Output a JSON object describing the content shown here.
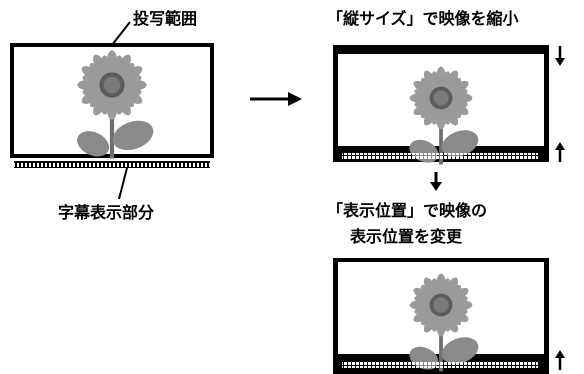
{
  "labels": {
    "projection_range": "投写範囲",
    "subtitle_area": "字幕表示部分",
    "shrink_caption": "「縦サイズ」で映像を縮小",
    "position_caption_line1": "「表示位置」で映像の",
    "position_caption_line2": "表示位置を変更"
  },
  "colors": {
    "frame": "#000000",
    "screen": "#ffffff",
    "petal": "#9a9a9a",
    "seed": "#5c5c5c",
    "leaf": "#8a8a8a",
    "stem": "#6e6e6e",
    "subtitle_text": "#ffffff"
  },
  "icons": {
    "arrow_right": "arrow-right-icon",
    "arrow_down": "arrow-down-icon",
    "arrow_up": "arrow-up-icon"
  }
}
